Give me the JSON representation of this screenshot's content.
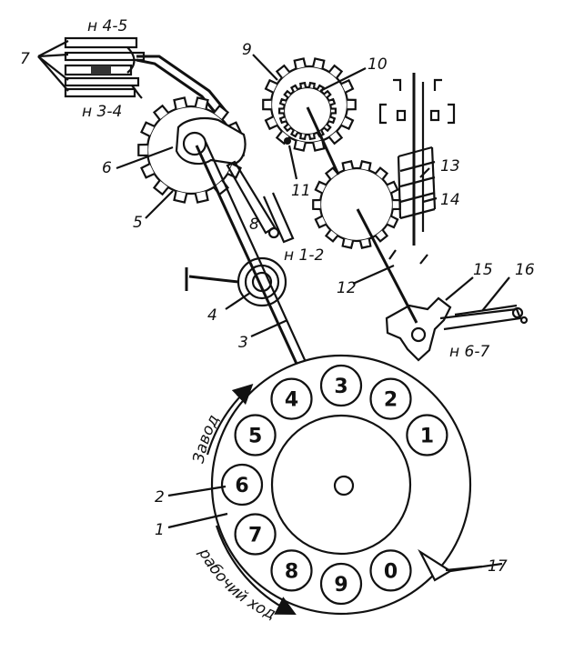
{
  "dial": {
    "digits": [
      "1",
      "2",
      "3",
      "4",
      "5",
      "6",
      "7",
      "8",
      "9",
      "0"
    ]
  },
  "labels": {
    "contacts_top": "н 4-5",
    "contacts_mid": "н 3-4",
    "contacts_12": "н 1-2",
    "contacts_67": "н 6-7",
    "n1": "1",
    "n2": "2",
    "n3": "3",
    "n4": "4",
    "n5": "5",
    "n6": "6",
    "n7": "7",
    "n8": "8",
    "n9": "9",
    "n10": "10",
    "n11": "11",
    "n12": "12",
    "n13": "13",
    "n14": "14",
    "n15": "15",
    "n16": "16",
    "n17": "17"
  },
  "arrows": {
    "wind": "Завод",
    "working": "рабочий ход"
  }
}
